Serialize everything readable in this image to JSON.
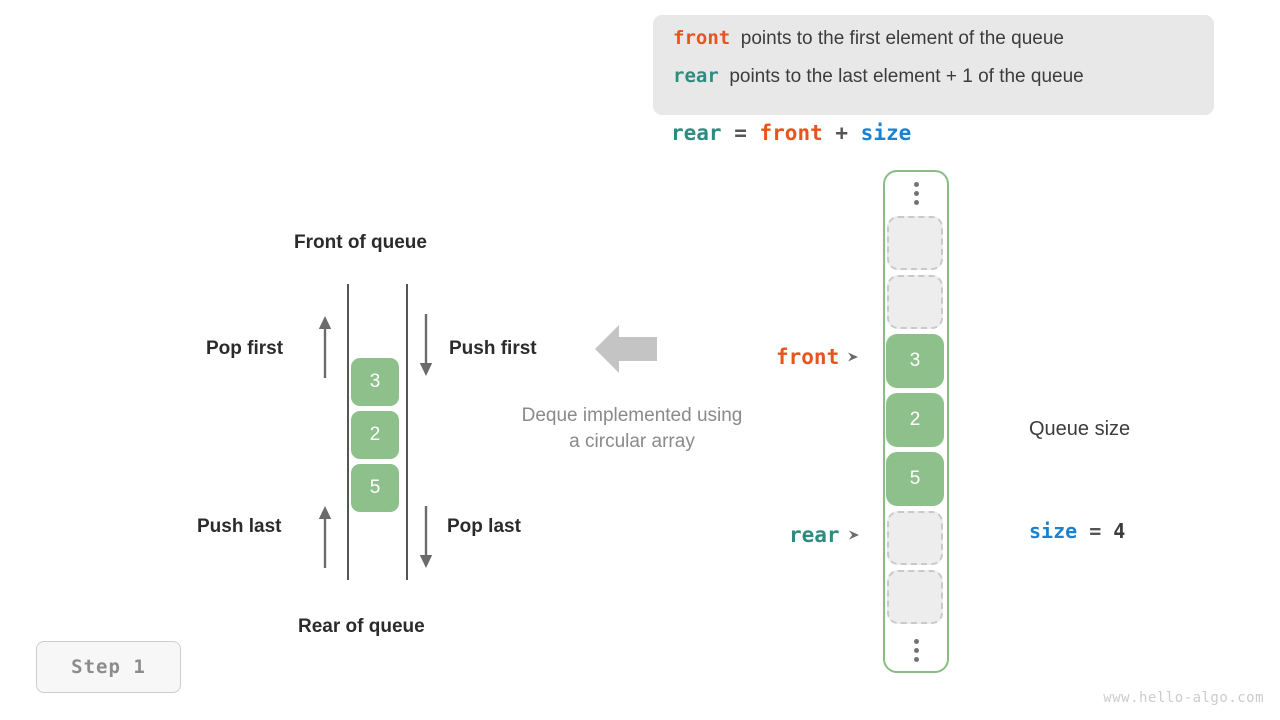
{
  "note": {
    "lines": [
      {
        "keyword": "front",
        "keyword_color": "#e8541e",
        "text": "points to the first element of the queue"
      },
      {
        "keyword": "rear",
        "keyword_color": "#2e8b7f",
        "text": "points to the last element + 1 of the queue"
      }
    ]
  },
  "formula": {
    "lhs": "rear",
    "eq": "=",
    "rhs1": "front",
    "plus": "+",
    "rhs2": "size"
  },
  "left_diagram": {
    "top_label": "Front of queue",
    "bottom_label": "Rear of queue",
    "ops": {
      "pop_first": "Pop first",
      "push_first": "Push first",
      "push_last": "Push last",
      "pop_last": "Pop last"
    },
    "cells": [
      "3",
      "2",
      "5"
    ],
    "caption_line1": "Deque implemented using",
    "caption_line2": "a circular array"
  },
  "array": {
    "slots": [
      {
        "kind": "ellipsis",
        "value": ""
      },
      {
        "kind": "empty",
        "value": ""
      },
      {
        "kind": "empty",
        "value": ""
      },
      {
        "kind": "filled",
        "value": "3"
      },
      {
        "kind": "filled",
        "value": "2"
      },
      {
        "kind": "filled",
        "value": "5"
      },
      {
        "kind": "empty",
        "value": ""
      },
      {
        "kind": "empty",
        "value": ""
      },
      {
        "kind": "ellipsis",
        "value": ""
      }
    ],
    "pointers": {
      "front": "front",
      "rear": "rear"
    }
  },
  "size_panel": {
    "title": "Queue size",
    "var": "size",
    "eq": "=",
    "value": "4"
  },
  "step_badge": "Step 1",
  "watermark": "www.hello-algo.com",
  "colors": {
    "front": "#e8541e",
    "rear": "#2e8b7f",
    "size": "#1b82d2",
    "cell_green": "#8ec08c",
    "frame_green": "#89bd85",
    "empty_fill": "#ededed",
    "empty_border": "#c9c9c9",
    "note_bg": "#e8e8e8",
    "caption_gray": "#8a8a8a"
  }
}
